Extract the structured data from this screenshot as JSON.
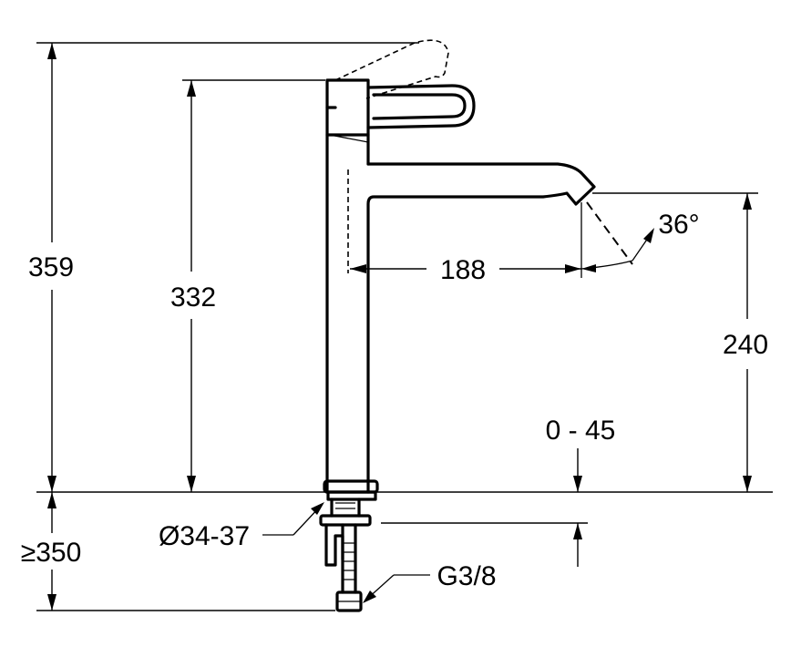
{
  "dimensions": {
    "total_height": "359",
    "body_height": "332",
    "spout_reach": "188",
    "spout_angle": "36°",
    "spout_height": "240",
    "deck_thickness": "0 - 45",
    "min_supply_length": "≥350",
    "hole_diameter": "Ø34-37",
    "connection_thread": "G3/8"
  }
}
